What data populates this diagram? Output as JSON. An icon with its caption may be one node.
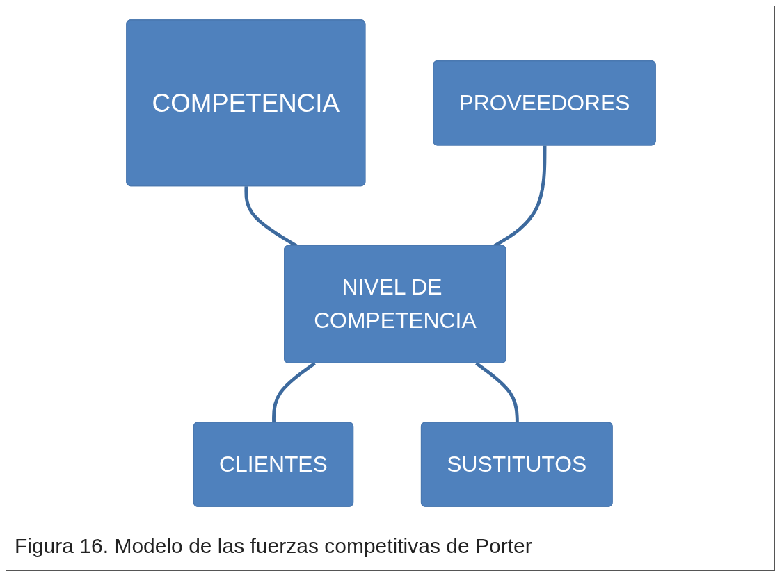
{
  "diagram": {
    "caption": "Figura 16. Modelo de las fuerzas competitivas de Porter",
    "nodes": [
      {
        "text": [
          "COMPETENCIA"
        ]
      },
      {
        "text": [
          "PROVEEDORES"
        ]
      },
      {
        "text": [
          "NIVEL DE COMPETENCIA"
        ]
      },
      {
        "text": [
          "CLIENTES"
        ]
      },
      {
        "text": [
          "SUSTITUTOS"
        ]
      }
    ],
    "edges": [
      {
        "from": 0,
        "to": 2,
        "arrow": "none"
      },
      {
        "from": 1,
        "to": 2,
        "arrow": "none"
      },
      {
        "from": 2,
        "to": 3,
        "arrow": "none"
      },
      {
        "from": 2,
        "to": 4,
        "arrow": "none"
      }
    ]
  }
}
